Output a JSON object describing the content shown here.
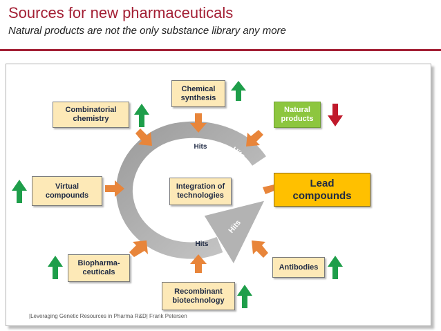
{
  "slide": {
    "title": "Sources for new pharmaceuticals",
    "subtitle": "Natural products are not the only substance library any more",
    "footer": "|Leveraging Genetic Resources in Pharma R&D| Frank Petersen"
  },
  "diagram": {
    "sources": {
      "chemical_synthesis": "Chemical\nsynthesis",
      "combinatorial_chemistry": "Combinatorial\nchemistry",
      "natural_products": "Natural\nproducts",
      "virtual_compounds": "Virtual\ncompounds",
      "biopharmaceuticals": "Biopharma-\nceuticals",
      "recombinant_biotechnology": "Recombinant\nbiotechnology",
      "antibodies": "Antibodies"
    },
    "center": "Integration of\ntechnologies",
    "target": "Lead\ncompounds",
    "hit_label": "Hits",
    "trends": {
      "chemical_synthesis": "up",
      "combinatorial_chemistry": "up",
      "natural_products": "down",
      "virtual_compounds": "up",
      "biopharmaceuticals": "up",
      "recombinant_biotechnology": "up",
      "antibodies": "up"
    },
    "colors": {
      "title": "#a31f34",
      "up_arrow": "#1e9e4a",
      "down_arrow": "#c0192b",
      "feed_arrow": "#e8853a",
      "cycle": "#a9a9a9",
      "natural_box": "#8dc63f",
      "lead_box": "#ffc000",
      "source_box": "#fde9b7"
    }
  }
}
